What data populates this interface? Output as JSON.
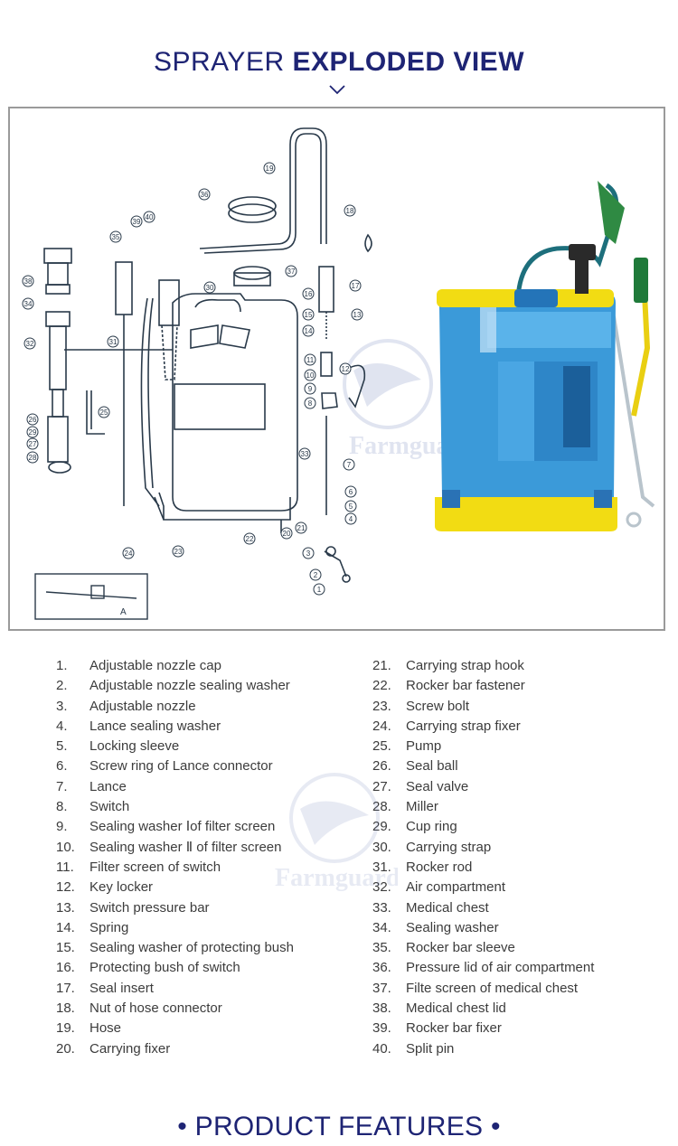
{
  "header": {
    "title_light": "SPRAYER",
    "title_bold": "EXPLODED VIEW"
  },
  "diagram": {
    "callouts": [
      "1",
      "2",
      "3",
      "4",
      "5",
      "6",
      "7",
      "8",
      "9",
      "10",
      "11",
      "12",
      "13",
      "14",
      "15",
      "16",
      "17",
      "18",
      "19",
      "20",
      "21",
      "22",
      "23",
      "24",
      "25",
      "26",
      "27",
      "28",
      "29",
      "30",
      "31",
      "32",
      "33",
      "34",
      "35",
      "36",
      "37",
      "38",
      "39",
      "40"
    ],
    "inset_label": "A",
    "brand_watermark": "Farmguard",
    "colors": {
      "tank": "#3b9ad9",
      "base": "#f2dc13",
      "line": "#2a3a4a"
    }
  },
  "parts": {
    "left": [
      {
        "num": "1.",
        "name": "Adjustable nozzle cap"
      },
      {
        "num": "2.",
        "name": "Adjustable nozzle sealing washer"
      },
      {
        "num": "3.",
        "name": "Adjustable nozzle"
      },
      {
        "num": "4.",
        "name": "Lance sealing washer"
      },
      {
        "num": "5.",
        "name": "Locking sleeve"
      },
      {
        "num": "6.",
        "name": "Screw ring of Lance connector"
      },
      {
        "num": "7.",
        "name": "Lance"
      },
      {
        "num": "8.",
        "name": "Switch"
      },
      {
        "num": "9.",
        "name": "Sealing washer Ⅰof filter screen"
      },
      {
        "num": "10.",
        "name": "Sealing washer Ⅱ of filter screen"
      },
      {
        "num": "11.",
        "name": "Filter screen of switch"
      },
      {
        "num": "12.",
        "name": "Key locker"
      },
      {
        "num": "13.",
        "name": "Switch pressure bar"
      },
      {
        "num": "14.",
        "name": "Spring"
      },
      {
        "num": "15.",
        "name": "Sealing washer of protecting bush"
      },
      {
        "num": "16.",
        "name": "Protecting bush of switch"
      },
      {
        "num": "17.",
        "name": "Seal insert"
      },
      {
        "num": "18.",
        "name": "Nut of hose connector"
      },
      {
        "num": "19.",
        "name": "Hose"
      },
      {
        "num": "20.",
        "name": "Carrying fixer"
      }
    ],
    "right": [
      {
        "num": "21.",
        "name": "Carrying strap hook"
      },
      {
        "num": "22.",
        "name": "Rocker bar fastener"
      },
      {
        "num": "23.",
        "name": "Screw bolt"
      },
      {
        "num": "24.",
        "name": "Carrying strap fixer"
      },
      {
        "num": "25.",
        "name": "Pump"
      },
      {
        "num": "26.",
        "name": "Seal ball"
      },
      {
        "num": "27.",
        "name": "Seal valve"
      },
      {
        "num": "28.",
        "name": "Miller"
      },
      {
        "num": "29.",
        "name": "Cup ring"
      },
      {
        "num": "30.",
        "name": "Carrying strap"
      },
      {
        "num": "31.",
        "name": "Rocker rod"
      },
      {
        "num": "32.",
        "name": "Air compartment"
      },
      {
        "num": "33.",
        "name": "Medical chest"
      },
      {
        "num": "34.",
        "name": "Sealing washer"
      },
      {
        "num": "35.",
        "name": "Rocker bar sleeve"
      },
      {
        "num": "36.",
        "name": "Pressure lid of air compartment"
      },
      {
        "num": "37.",
        "name": "Filte screen of medical chest"
      },
      {
        "num": "38.",
        "name": "Medical chest lid"
      },
      {
        "num": "39.",
        "name": "Rocker bar fixer"
      },
      {
        "num": "40.",
        "name": "Split pin"
      }
    ]
  },
  "footer": {
    "bullet": "•",
    "heading": "PRODUCT FEATURES"
  }
}
